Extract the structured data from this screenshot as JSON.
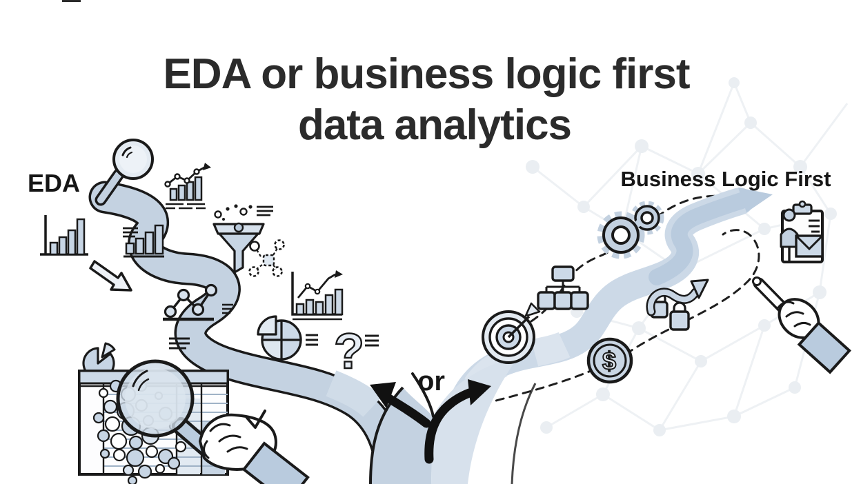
{
  "illustration": {
    "title_line1": "EDA or business logic first",
    "title_line2": "data analytics",
    "left_path": {
      "label": "EDA",
      "icons": [
        "magnifier",
        "trend-arrow-chart",
        "bar-chart",
        "bar-chart-notes",
        "block-arrow",
        "funnel",
        "node-link",
        "dot-line-chart",
        "bar-trend-chart",
        "pie-chart",
        "question-mark",
        "notes-lines",
        "small-pie",
        "data-table",
        "bubble-cluster",
        "magnifier-hand"
      ]
    },
    "right_path": {
      "label": "Business Logic First",
      "icons": [
        "gears",
        "org-chart",
        "target-dart",
        "dollar-coin",
        "shuffle-locks",
        "report-clipboard",
        "pointing-hand"
      ]
    },
    "fork": {
      "label": "or"
    },
    "glyphs": {
      "question_mark": "?",
      "dollar": "$"
    },
    "colors": {
      "title_text": "#2b2b2b",
      "road_left": "#c4d2e1",
      "road_right": "#ccd9e7",
      "road_trunk_right": "#d7e1ec",
      "arrow_fill": "#b9cbde",
      "outline": "#1a1a1a",
      "icon_fill": "#c7d5e4",
      "icon_fill_light": "#e2eaf2",
      "black_arrow": "#111111",
      "network": "#e9edf1",
      "background": "#ffffff"
    }
  }
}
